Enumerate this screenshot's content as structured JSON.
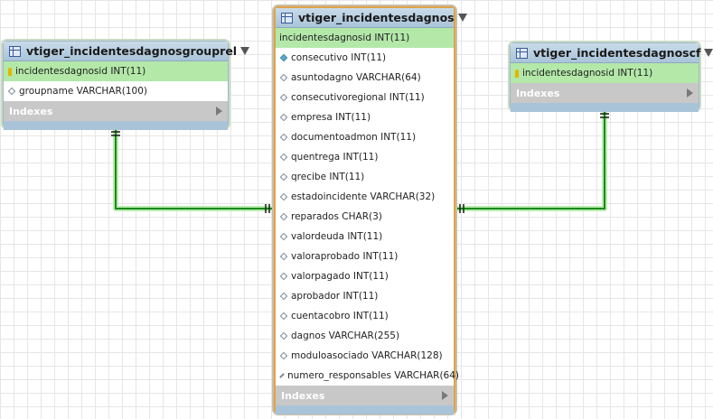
{
  "tables": [
    {
      "title": "vtiger_incidentesdagnosgrouprel",
      "columns": [
        {
          "text": "incidentesdagnosid INT(11)",
          "icon": "primary-key-icon"
        },
        {
          "text": "groupname VARCHAR(100)",
          "icon": "column-icon"
        }
      ],
      "indexes_label": "Indexes"
    },
    {
      "title": "vtiger_incidentesdagnos",
      "columns": [
        {
          "text": "incidentesdagnosid INT(11)",
          "icon": "none"
        },
        {
          "text": "consecutivo INT(11)",
          "icon": "indexed-column-icon"
        },
        {
          "text": "asuntodagno VARCHAR(64)",
          "icon": "column-icon"
        },
        {
          "text": "consecutivoregional INT(11)",
          "icon": "column-icon"
        },
        {
          "text": "empresa INT(11)",
          "icon": "column-icon"
        },
        {
          "text": "documentoadmon INT(11)",
          "icon": "column-icon"
        },
        {
          "text": "quentrega INT(11)",
          "icon": "column-icon"
        },
        {
          "text": "qrecibe INT(11)",
          "icon": "column-icon"
        },
        {
          "text": "estadoincidente VARCHAR(32)",
          "icon": "column-icon"
        },
        {
          "text": "reparados CHAR(3)",
          "icon": "column-icon"
        },
        {
          "text": "valordeuda INT(11)",
          "icon": "column-icon"
        },
        {
          "text": "valoraprobado INT(11)",
          "icon": "column-icon"
        },
        {
          "text": "valorpagado INT(11)",
          "icon": "column-icon"
        },
        {
          "text": "aprobador INT(11)",
          "icon": "column-icon"
        },
        {
          "text": "cuentacobro INT(11)",
          "icon": "column-icon"
        },
        {
          "text": "dagnos VARCHAR(255)",
          "icon": "column-icon"
        },
        {
          "text": "moduloasociado VARCHAR(128)",
          "icon": "column-icon"
        },
        {
          "text": "numero_responsables VARCHAR(64)",
          "icon": "column-icon"
        }
      ],
      "indexes_label": "Indexes"
    },
    {
      "title": "vtiger_incidentesdagnoscf",
      "columns": [
        {
          "text": "incidentesdagnosid INT(11)",
          "icon": "primary-key-icon"
        }
      ],
      "indexes_label": "Indexes"
    }
  ],
  "relationships": [
    {
      "from": "vtiger_incidentesdagnosgrouprel",
      "to": "vtiger_incidentesdagnos",
      "cardinality": "one-to-one"
    },
    {
      "from": "vtiger_incidentesdagnoscf",
      "to": "vtiger_incidentesdagnos",
      "cardinality": "one-to-one"
    }
  ],
  "colors": {
    "relationship_line": "#1a8a1a",
    "relationship_glow": "#9be38f",
    "header": "#a9c4d9",
    "primary_key_row": "#b3e8a9",
    "selected_border": "#e0a24a"
  }
}
